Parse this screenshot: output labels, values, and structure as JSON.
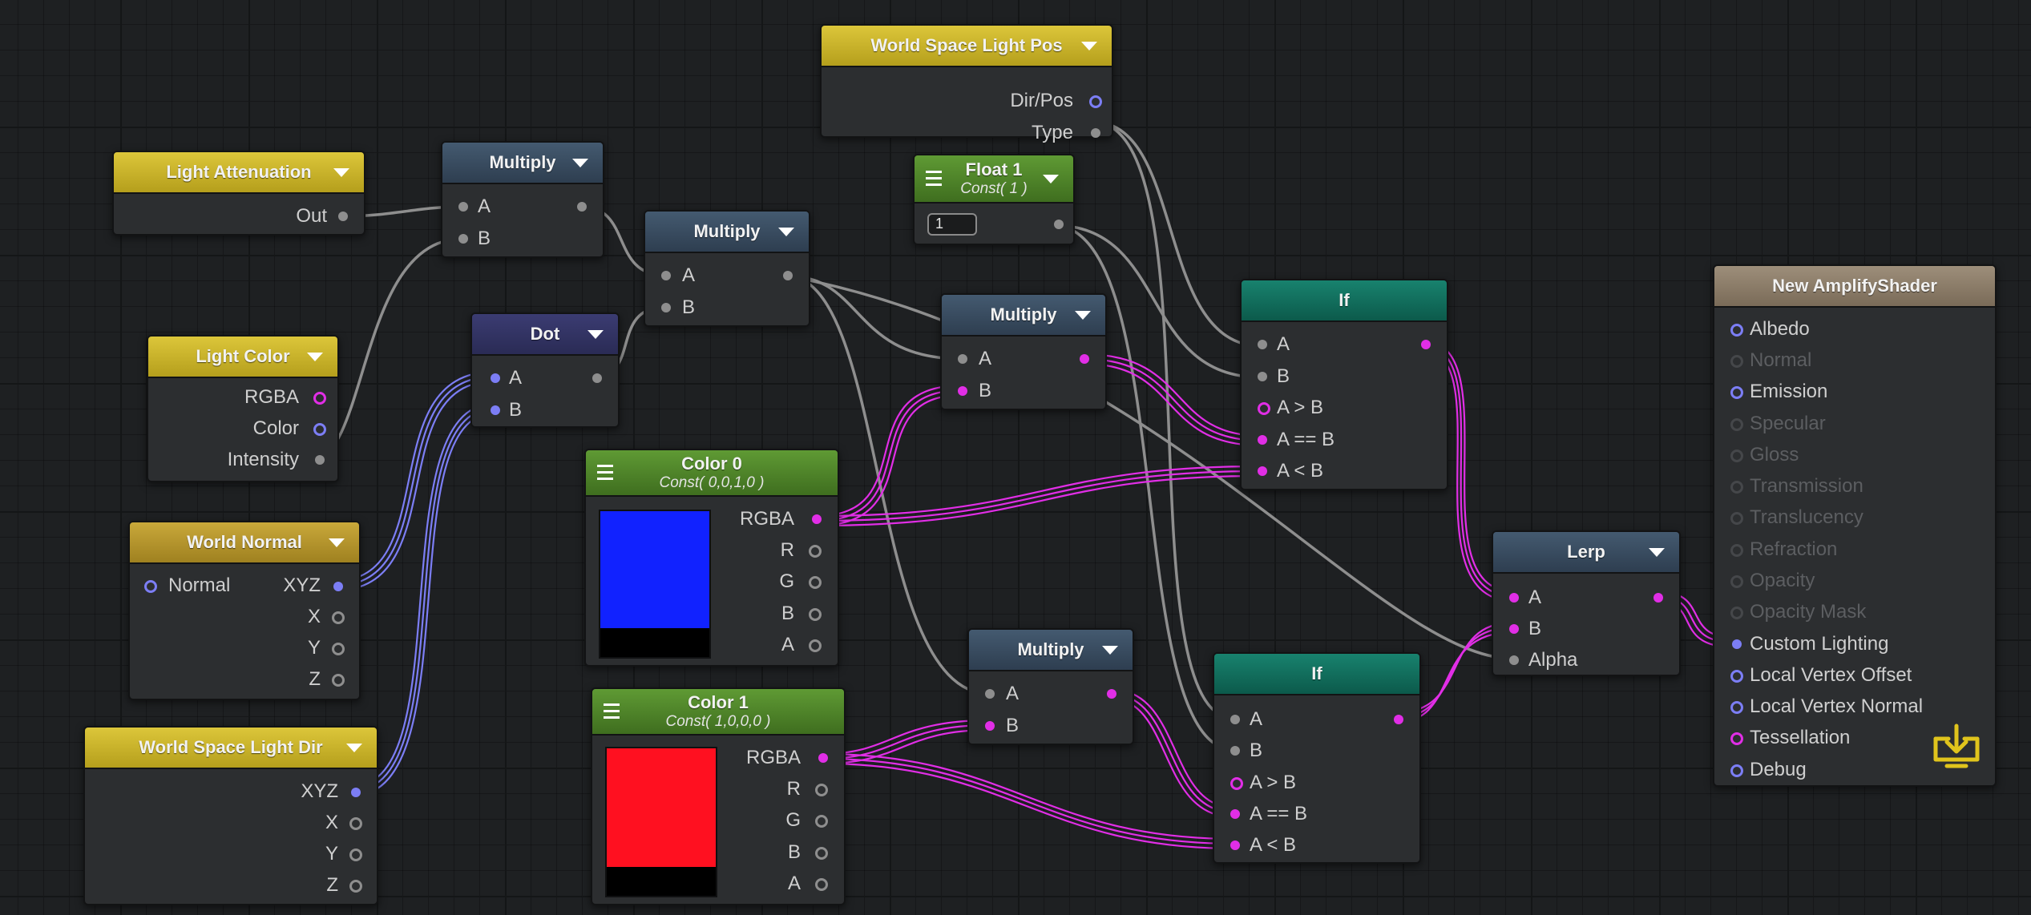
{
  "colors": {
    "wire_gray": "#8e8e8e",
    "wire_magenta": "#e12ee6",
    "wire_blue": "#7c7ef5",
    "save_icon": "#e0c41c"
  },
  "nodes": {
    "world_space_light_pos": {
      "title": "World Space Light Pos",
      "outputs": [
        "Dir/Pos",
        "Type"
      ]
    },
    "light_attenuation": {
      "title": "Light Attenuation",
      "outputs": [
        "Out"
      ]
    },
    "multiply_1": {
      "title": "Multiply",
      "inputs": [
        "A",
        "B"
      ]
    },
    "multiply_2": {
      "title": "Multiply",
      "inputs": [
        "A",
        "B"
      ]
    },
    "float_1": {
      "title": "Float 1",
      "subtitle": "Const( 1 )",
      "value": "1"
    },
    "light_color": {
      "title": "Light Color",
      "outputs": [
        "RGBA",
        "Color",
        "Intensity"
      ]
    },
    "dot": {
      "title": "Dot",
      "inputs": [
        "A",
        "B"
      ]
    },
    "multiply_3": {
      "title": "Multiply",
      "inputs": [
        "A",
        "B"
      ]
    },
    "if_1": {
      "title": "If",
      "inputs": [
        "A",
        "B",
        "A > B",
        "A == B",
        "A < B"
      ]
    },
    "color_0": {
      "title": "Color 0",
      "subtitle": "Const( 0,0,1,0 )",
      "swatch": "#1122ff",
      "outputs": [
        "RGBA",
        "R",
        "G",
        "B",
        "A"
      ]
    },
    "world_normal": {
      "title": "World Normal",
      "input": "Normal",
      "outputs": [
        "XYZ",
        "X",
        "Y",
        "Z"
      ]
    },
    "lerp": {
      "title": "Lerp",
      "inputs": [
        "A",
        "B",
        "Alpha"
      ]
    },
    "multiply_4": {
      "title": "Multiply",
      "inputs": [
        "A",
        "B"
      ]
    },
    "if_2": {
      "title": "If",
      "inputs": [
        "A",
        "B",
        "A > B",
        "A == B",
        "A < B"
      ]
    },
    "color_1": {
      "title": "Color 1",
      "subtitle": "Const( 1,0,0,0 )",
      "swatch": "#ff1020",
      "outputs": [
        "RGBA",
        "R",
        "G",
        "B",
        "A"
      ]
    },
    "world_space_light_dir": {
      "title": "World Space Light Dir",
      "outputs": [
        "XYZ",
        "X",
        "Y",
        "Z"
      ]
    },
    "master": {
      "title": "New AmplifyShader",
      "inputs": [
        "Albedo",
        "Normal",
        "Emission",
        "Specular",
        "Gloss",
        "Transmission",
        "Translucency",
        "Refraction",
        "Opacity",
        "Opacity Mask",
        "Custom Lighting",
        "Local Vertex Offset",
        "Local Vertex Normal",
        "Tessellation",
        "Debug"
      ]
    }
  }
}
